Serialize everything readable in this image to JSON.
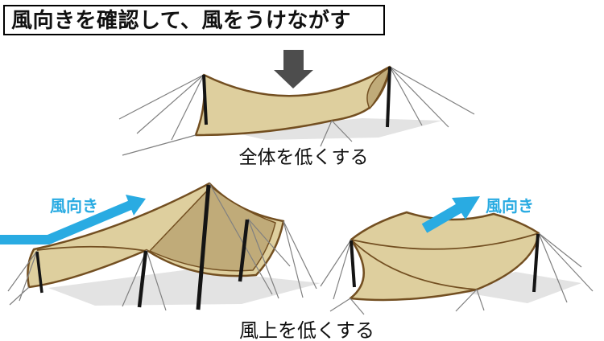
{
  "title": "風向きを確認して、風をうけながす",
  "scenes": {
    "overall_lower": {
      "caption": "全体を低くする",
      "arrow": "down-arrow"
    },
    "windward_lower": {
      "caption": "風上を低くする",
      "wind_label_left": "風向き",
      "wind_label_right": "風向き"
    }
  },
  "colors": {
    "background": "#FFFFFF",
    "text": "#111111",
    "tarp": "#DECF9E",
    "tarp_shade": "#C0AB79",
    "tarp_outline": "#734F21",
    "pole": "#141414",
    "guy_line": "#808080",
    "shadow": "#E3E3E3",
    "wind_arrow_blue": "#29ABE2",
    "push_arrow_gray": "#4D4D4D"
  }
}
